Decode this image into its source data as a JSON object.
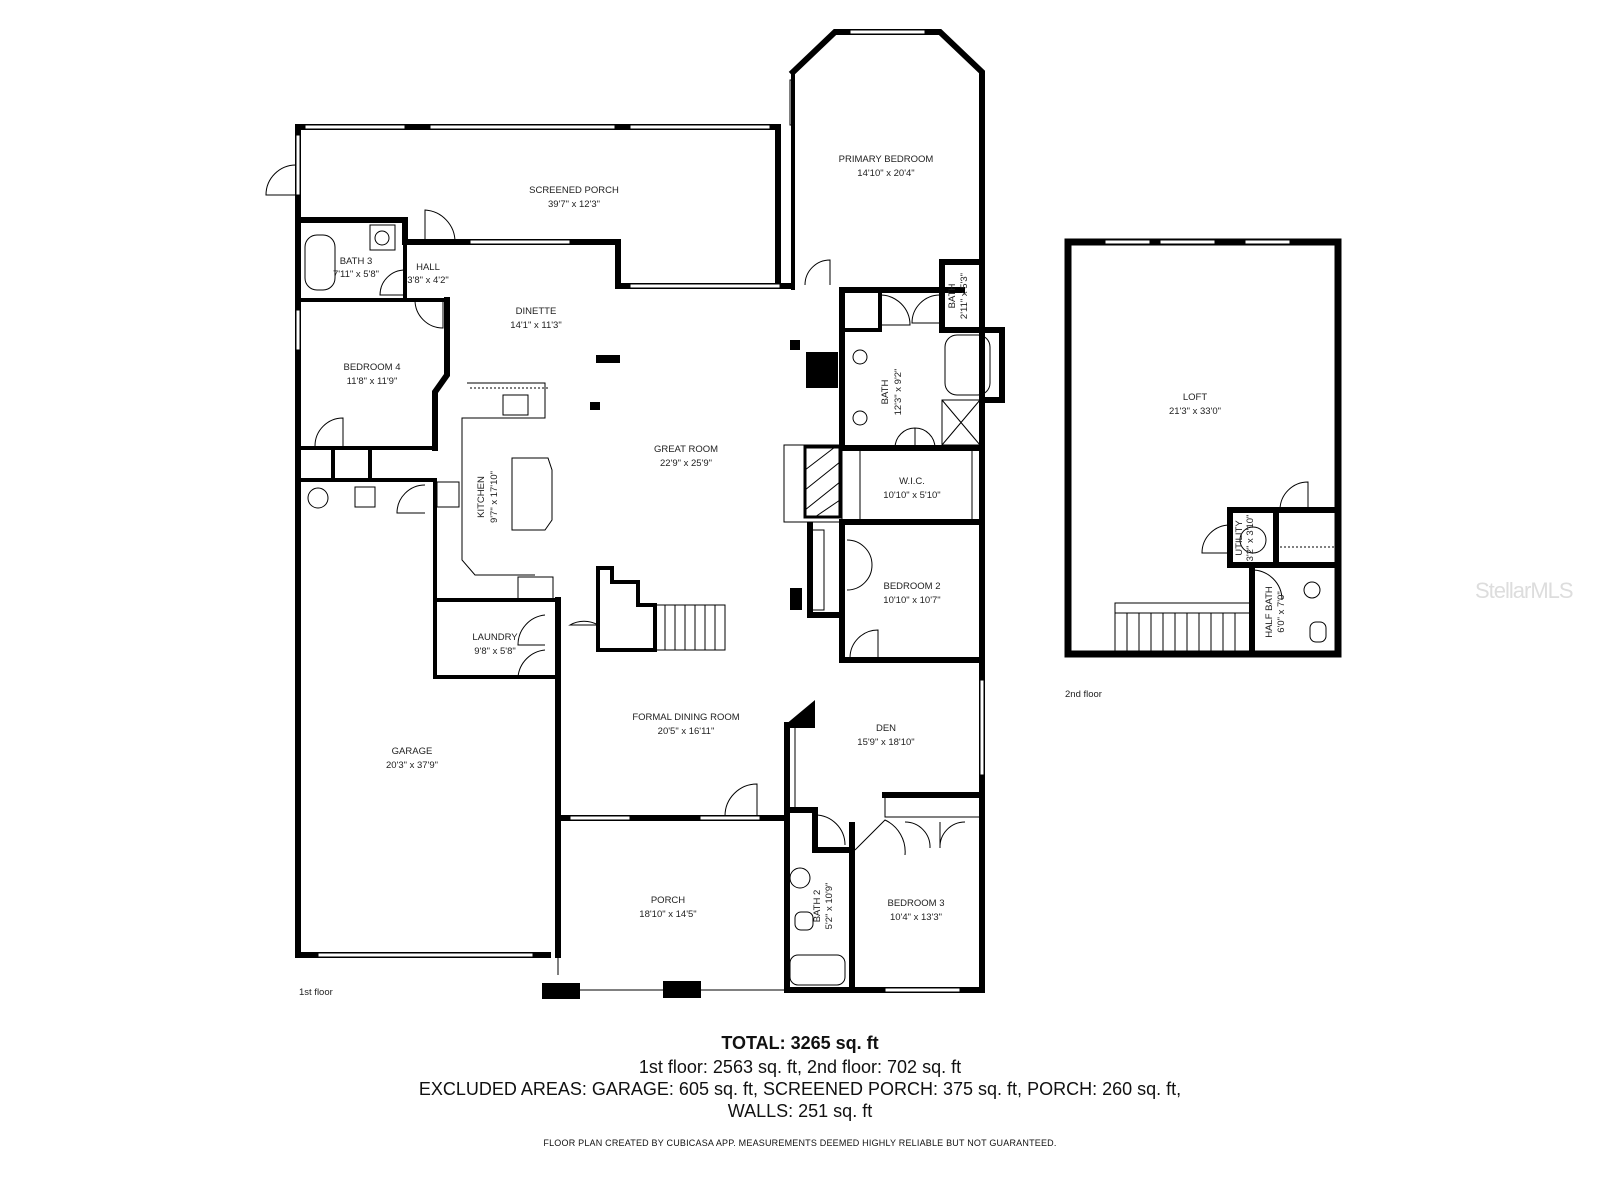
{
  "floors": [
    {
      "label": "1st floor"
    },
    {
      "label": "2nd floor"
    }
  ],
  "rooms": {
    "screened_porch": {
      "name": "SCREENED PORCH",
      "dims": "39'7\" x 12'3\""
    },
    "primary_bedroom": {
      "name": "PRIMARY BEDROOM",
      "dims": "14'10\" x 20'4\""
    },
    "bath3": {
      "name": "BATH 3",
      "dims": "7'11\" x 5'8\""
    },
    "hall": {
      "name": "HALL",
      "dims": "3'8\" x 4'2\""
    },
    "dinette": {
      "name": "DINETTE",
      "dims": "14'1\" x 11'3\""
    },
    "bedroom4": {
      "name": "BEDROOM 4",
      "dims": "11'8\" x 11'9\""
    },
    "kitchen": {
      "name": "KITCHEN",
      "dims": "9'7\" x 17'10\""
    },
    "great_room": {
      "name": "GREAT ROOM",
      "dims": "22'9\" x 25'9\""
    },
    "primary_bath": {
      "name": "BATH",
      "dims": "12'3\" x 9'2\""
    },
    "small_bath": {
      "name": "BATH",
      "dims": "2'11\" x 5'3\""
    },
    "wic": {
      "name": "W.I.C.",
      "dims": "10'10\" x 5'10\""
    },
    "bedroom2": {
      "name": "BEDROOM 2",
      "dims": "10'10\" x 10'7\""
    },
    "laundry": {
      "name": "LAUNDRY",
      "dims": "9'8\" x 5'8\""
    },
    "garage": {
      "name": "GARAGE",
      "dims": "20'3\" x 37'9\""
    },
    "formal_dining": {
      "name": "FORMAL DINING ROOM",
      "dims": "20'5\" x 16'11\""
    },
    "den": {
      "name": "DEN",
      "dims": "15'9\" x 18'10\""
    },
    "porch": {
      "name": "PORCH",
      "dims": "18'10\" x 14'5\""
    },
    "bath2": {
      "name": "BATH 2",
      "dims": "5'2\" x 10'9\""
    },
    "bedroom3": {
      "name": "BEDROOM 3",
      "dims": "10'4\" x 13'3\""
    },
    "loft": {
      "name": "LOFT",
      "dims": "21'3\" x 33'0\""
    },
    "utility": {
      "name": "UTILITY",
      "dims": "3'2\" x 3'10\""
    },
    "half_bath": {
      "name": "HALF BATH",
      "dims": "6'0\" x 7'0\""
    }
  },
  "summary": {
    "total": "TOTAL: 3265 sq. ft",
    "floors_line": "1st floor: 2563 sq. ft, 2nd floor: 702 sq. ft",
    "excluded_line": "EXCLUDED AREAS: GARAGE: 605 sq. ft, SCREENED PORCH: 375 sq. ft, PORCH: 260 sq. ft,",
    "walls_line": "WALLS: 251 sq. ft",
    "disclaimer": "FLOOR PLAN CREATED BY CUBICASA APP. MEASUREMENTS DEEMED HIGHLY RELIABLE BUT NOT GUARANTEED."
  },
  "watermark": "StellarMLS"
}
